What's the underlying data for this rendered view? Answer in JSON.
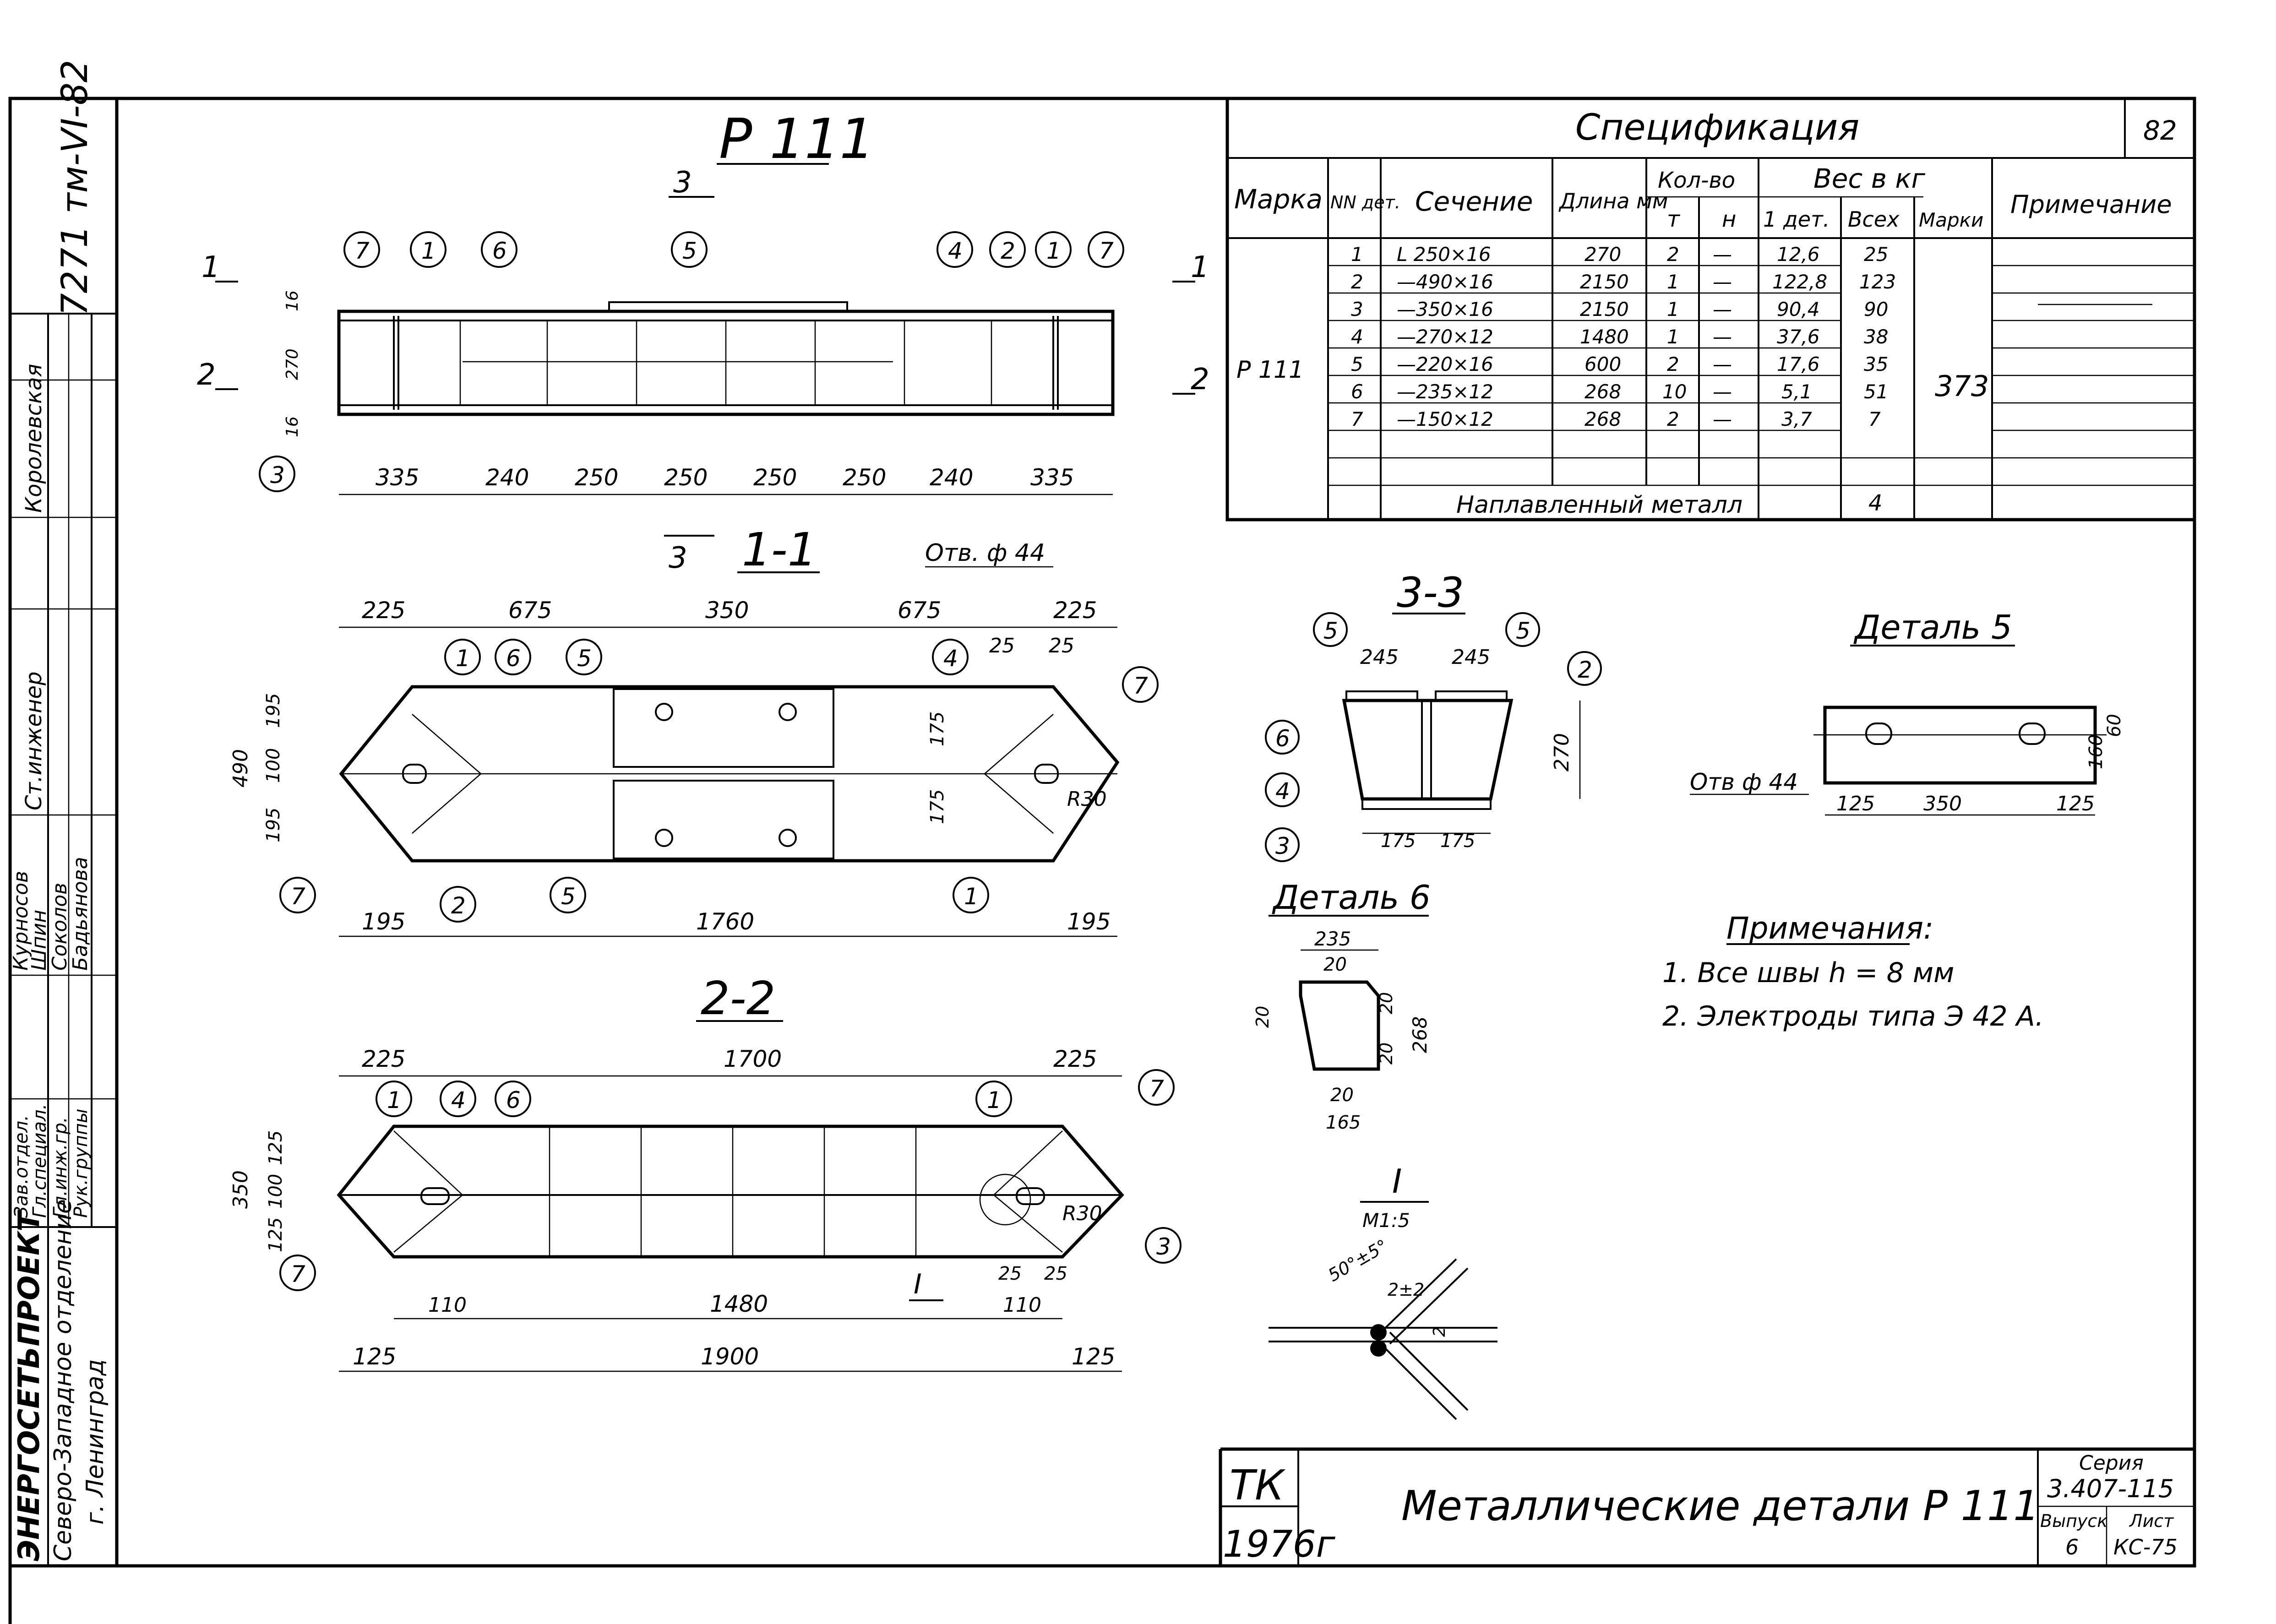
{
  "drawing": {
    "title": "Р 111",
    "sheet_number": "82",
    "doc_code": "7271 тм-VI-82"
  },
  "views": {
    "main": {
      "section_markers": {
        "cut11": "1",
        "cut22": "2",
        "cut33": "3"
      },
      "dims_bottom": [
        "335",
        "240",
        "250",
        "250",
        "250",
        "250",
        "240",
        "335"
      ],
      "dims_left": [
        "16",
        "270",
        "16"
      ],
      "positions": [
        "7",
        "1",
        "6",
        "5",
        "4",
        "2",
        "1",
        "7",
        "3"
      ]
    },
    "s11": {
      "title": "1-1",
      "hole_label": "Отв. ф 44",
      "dims_top": [
        "225",
        "675",
        "350",
        "675",
        "225"
      ],
      "dims_top_right": [
        "25",
        "25"
      ],
      "dims_left": [
        "490",
        "195",
        "100",
        "195"
      ],
      "dims_inner": [
        "175",
        "175"
      ],
      "radius": "R30",
      "dims_bottom": [
        "195",
        "1760",
        "195"
      ],
      "positions": [
        "1",
        "6",
        "5",
        "4",
        "7",
        "7",
        "2",
        "5",
        "1"
      ]
    },
    "s22": {
      "title": "2-2",
      "dims_top": [
        "225",
        "1700",
        "225"
      ],
      "dims_left": [
        "350",
        "125",
        "100",
        "125"
      ],
      "radius": "R30",
      "dims_bottom_1": [
        "110",
        "1480",
        "110"
      ],
      "dims_bottom_small": [
        "25",
        "25"
      ],
      "dims_bottom_2": [
        "125",
        "1900",
        "125"
      ],
      "positions": [
        "1",
        "4",
        "6",
        "1",
        "7",
        "7",
        "3"
      ],
      "detail_mark": "I"
    },
    "s33": {
      "title": "3-3",
      "dims_top": [
        "245",
        "245"
      ],
      "dim_height": "270",
      "dims_bottom": [
        "175",
        "175"
      ],
      "positions": [
        "5",
        "5",
        "2",
        "6",
        "4",
        "3"
      ]
    },
    "detail5": {
      "title": "Деталь 5",
      "hole_label": "Отв ф 44",
      "dims_bottom": [
        "125",
        "350",
        "125"
      ],
      "dims_right": [
        "160",
        "60"
      ]
    },
    "detail6": {
      "title": "Деталь 6",
      "dim_top": "235",
      "dim_top_inner": "20",
      "dim_left": "20",
      "dim_right_small": "20",
      "dim_right": "268",
      "dim_right_2": "20",
      "dim_bottom_inner": "20",
      "dim_bottom": "165"
    },
    "detailI": {
      "title": "I",
      "scale": "М1:5",
      "angle": "50°±5°",
      "gap": "2±2",
      "thick": "2"
    }
  },
  "specification": {
    "title": "Спецификация",
    "headers": {
      "mark": "Марка",
      "num": "NN дет.",
      "section": "Сечение",
      "length": "Длина мм",
      "qty": "Кол-во",
      "qty_t": "т",
      "qty_n": "н",
      "weight": "Вес в кг",
      "w1": "1 дет.",
      "wall": "Всех",
      "wmark": "Марки",
      "note": "Примечание"
    },
    "mark_value": "Р 111",
    "mark_weight": "373",
    "rows": [
      {
        "n": "1",
        "sec": "L 250×16",
        "len": "270",
        "t": "2",
        "h": "—",
        "w1": "12,6",
        "wall": "25"
      },
      {
        "n": "2",
        "sec": "—490×16",
        "len": "2150",
        "t": "1",
        "h": "—",
        "w1": "122,8",
        "wall": "123"
      },
      {
        "n": "3",
        "sec": "—350×16",
        "len": "2150",
        "t": "1",
        "h": "—",
        "w1": "90,4",
        "wall": "90"
      },
      {
        "n": "4",
        "sec": "—270×12",
        "len": "1480",
        "t": "1",
        "h": "—",
        "w1": "37,6",
        "wall": "38"
      },
      {
        "n": "5",
        "sec": "—220×16",
        "len": "600",
        "t": "2",
        "h": "—",
        "w1": "17,6",
        "wall": "35"
      },
      {
        "n": "6",
        "sec": "—235×12",
        "len": "268",
        "t": "10",
        "h": "—",
        "w1": "5,1",
        "wall": "51"
      },
      {
        "n": "7",
        "sec": "—150×12",
        "len": "268",
        "t": "2",
        "h": "—",
        "w1": "3,7",
        "wall": "7"
      }
    ],
    "weld_row": {
      "label": "Наплавленный металл",
      "weight": "4"
    }
  },
  "notes": {
    "title": "Примечания:",
    "items": [
      "1. Все швы h = 8 мм",
      "2. Электроды типа Э 42 А."
    ]
  },
  "title_block": {
    "tk": "ТК",
    "year": "1976г",
    "name": "Металлические детали Р 111",
    "series_label": "Серия",
    "series_value": "3.407-115",
    "issue_label": "Выпуск",
    "issue_value": "6",
    "sheet_label": "Лист",
    "sheet_value": "КС-75"
  },
  "side_block": {
    "org": "ЭНЕРГОСЕТЬПРОЕКТ",
    "dept": "Северо-Западное отделение",
    "city": "г. Ленинград",
    "roles": [
      "Зав.отдел.",
      "Гл.специал.",
      "Гл.инж.гр.",
      "Рук.группы",
      "Ст.инженер"
    ],
    "names": [
      "Курносов",
      "Шпин",
      "Соколов",
      "Бадьянова",
      "Королевская"
    ]
  }
}
